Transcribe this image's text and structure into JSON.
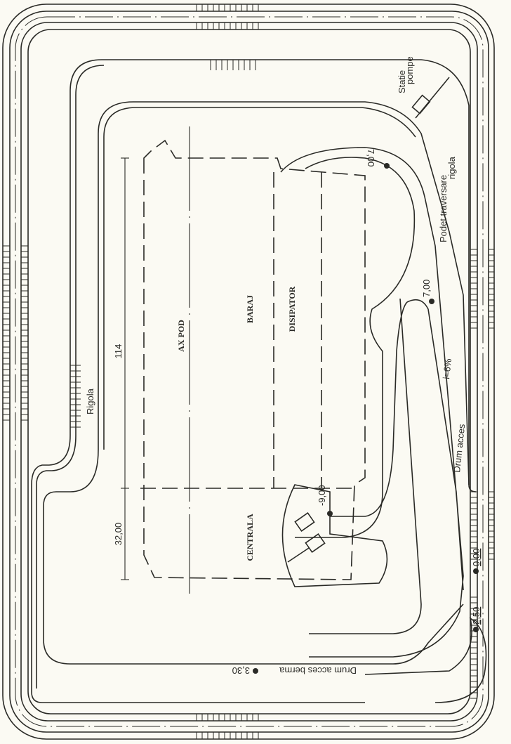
{
  "drawing": {
    "structures": {
      "ax_pod": "AX POD",
      "baraj": "BARAJ",
      "disipator": "DISIPATOR",
      "centrala": "CENTRALA"
    },
    "dimensions": {
      "length_main": "114",
      "length_centrala": "32,00"
    },
    "labels": {
      "statie_pompe_1": "Statie",
      "statie_pompe_2": "pompe",
      "podet_1": "Podet traversare",
      "podet_2": "rigola",
      "rigola": "Rigola",
      "drum_acces": "Drum acces",
      "slope": "i=6%",
      "drum_acces_berma": "Drum acces berma",
      "berma_elevation": "3,30"
    },
    "elevations": {
      "top_ramp": "7,00",
      "mid_ramp": "7,00",
      "pit_bottom": "-9,00",
      "zero": "0,00",
      "entry": "2,50"
    },
    "colors": {
      "paper": "#fbfaf3",
      "ink": "#2a2a26"
    }
  }
}
